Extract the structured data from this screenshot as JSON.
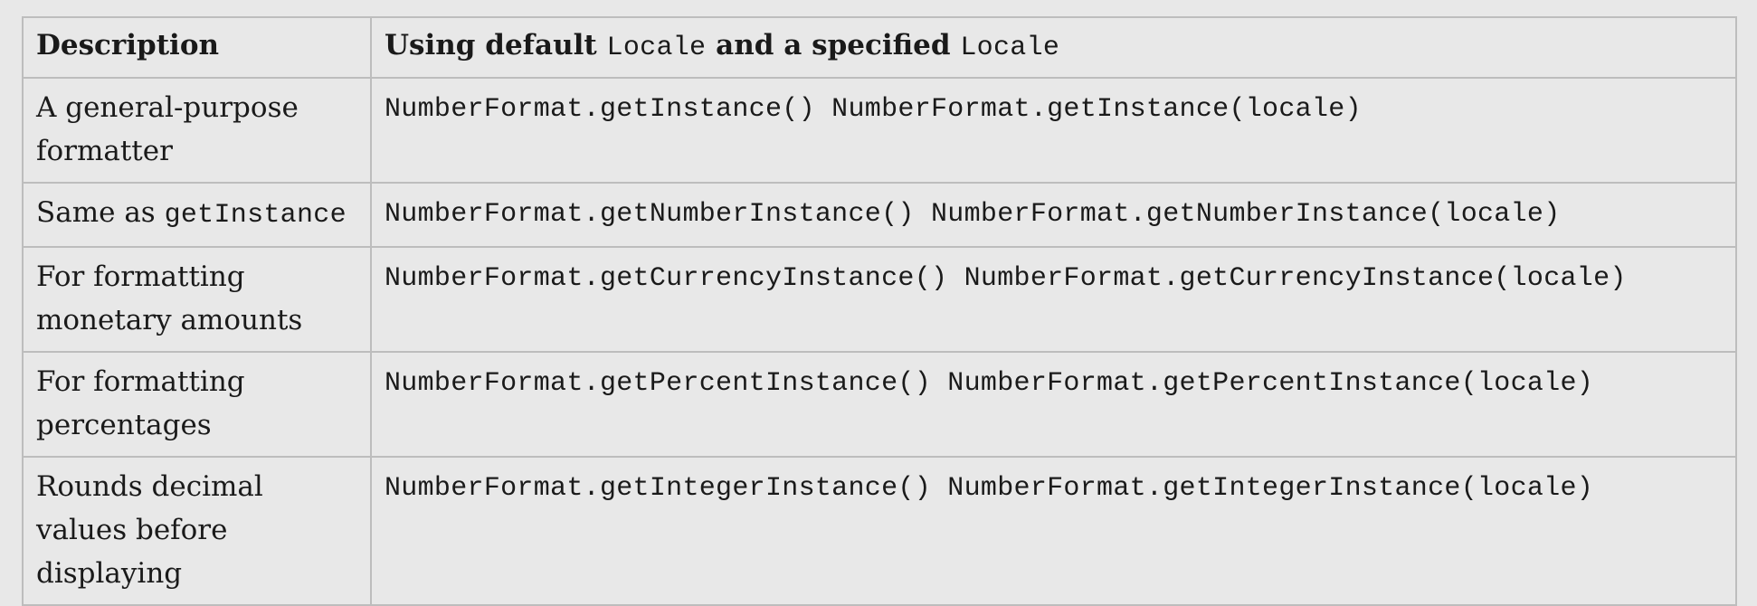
{
  "header": {
    "col1": "Description",
    "col2_prefix": "Using default ",
    "col2_code1": "Locale",
    "col2_middle": " and a specified ",
    "col2_code2": "Locale"
  },
  "rows": [
    {
      "description": "A general-purpose formatter",
      "description_code": "",
      "methods": "NumberFormat.getInstance() NumberFormat.getInstance(locale)"
    },
    {
      "description": "Same as ",
      "description_code": "getInstance",
      "methods": "NumberFormat.getNumberInstance() NumberFormat.getNumberInstance(locale)"
    },
    {
      "description": "For formatting monetary amounts",
      "description_code": "",
      "methods": "NumberFormat.getCurrencyInstance() NumberFormat.getCurrencyInstance(locale)"
    },
    {
      "description": "For formatting percentages",
      "description_code": "",
      "methods": "NumberFormat.getPercentInstance() NumberFormat.getPercentInstance(locale)"
    },
    {
      "description": "Rounds decimal values before displaying",
      "description_code": "",
      "methods": "NumberFormat.getIntegerInstance() NumberFormat.getIntegerInstance(locale)"
    }
  ]
}
